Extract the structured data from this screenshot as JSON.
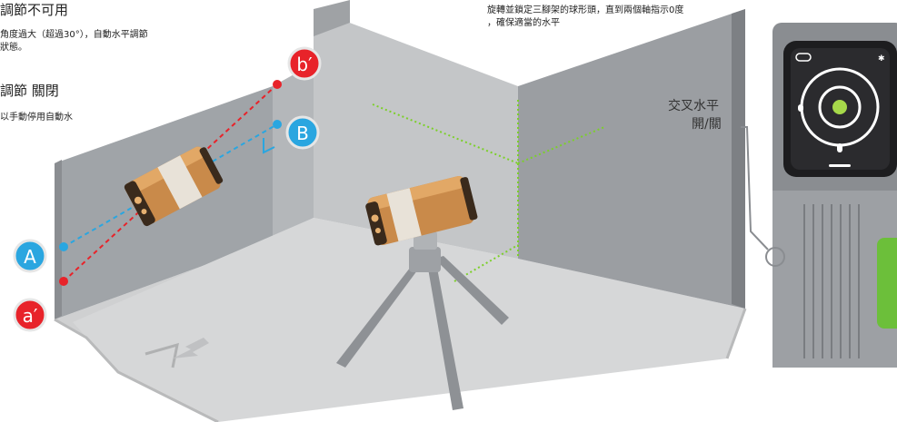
{
  "texts": {
    "heading_unavailable": "調節不可用",
    "body_unavailable_line1": "角度過大（超過30°），自動水平調節",
    "body_unavailable_line2": "狀態。",
    "heading_off": "調節 關閉",
    "body_off": "以手動停用自動水",
    "top_instruction_line1": "旋轉並鎖定三腳架的球形頭，直到兩個軸指示0度",
    "top_instruction_line2": "，確保適當的水平",
    "cross_level_line1": "交叉水平",
    "cross_level_line2": "開/關"
  },
  "markers": {
    "b_prime": "b′",
    "B": "B",
    "A": "A",
    "a_prime": "a′"
  },
  "colors": {
    "red_laser": "#e8232a",
    "blue_laser": "#2aa6e0",
    "green_laser": "#7ccf2a",
    "wall": "#9b9fa3",
    "floor": "#d3d4d5",
    "device_body": "#c98a4a"
  }
}
